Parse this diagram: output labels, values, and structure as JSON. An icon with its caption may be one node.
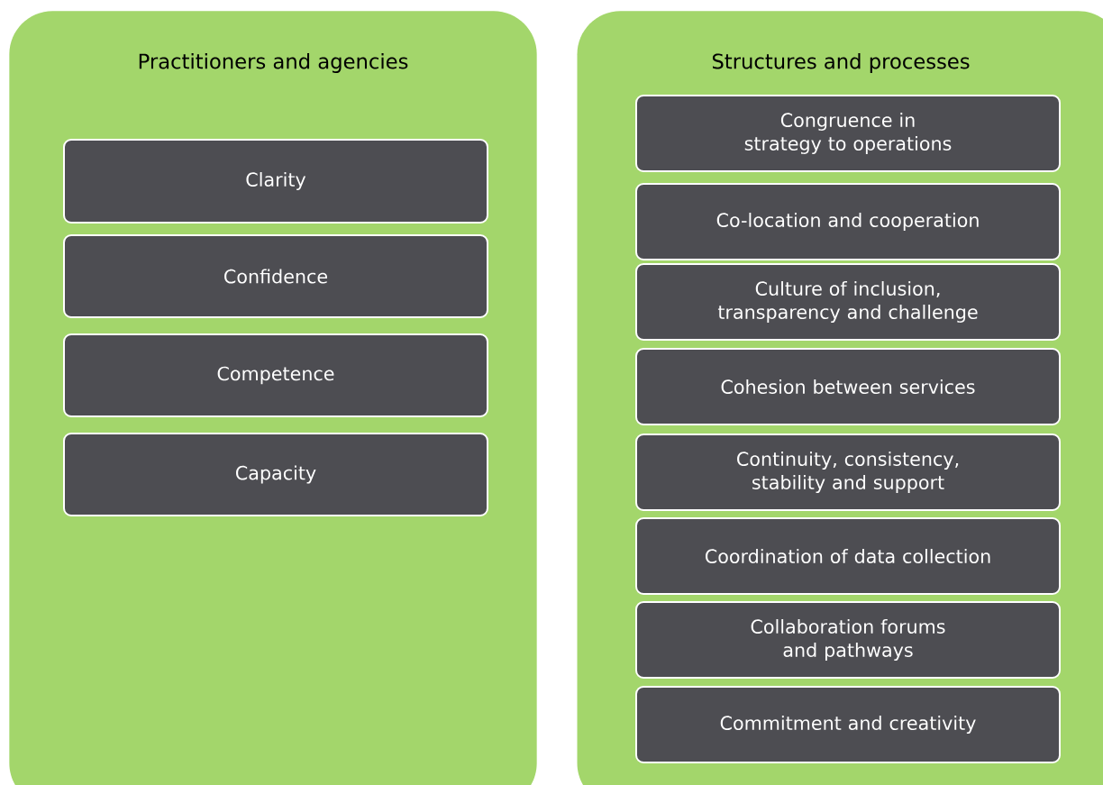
{
  "diagram": {
    "nodes": [
      {
        "text": [
          "Practitioners and agencies"
        ]
      },
      {
        "text": [
          "Clarity"
        ],
        "in": 0
      },
      {
        "text": [
          "Confidence"
        ],
        "in": 0
      },
      {
        "text": [
          "Competence"
        ],
        "in": 0
      },
      {
        "text": [
          "Capacity"
        ],
        "in": 0
      },
      {
        "text": [
          "Structures and processes"
        ]
      },
      {
        "text": [
          "Congruence in strategy to operations"
        ],
        "in": 5
      },
      {
        "text": [
          "Co-location and cooperation"
        ],
        "in": 5
      },
      {
        "text": [
          "Culture of inclusion, transparency and challenge"
        ],
        "in": 5
      },
      {
        "text": [
          "Cohesion between services"
        ],
        "in": 5
      },
      {
        "text": [
          "Continuity, consistency, stability and support"
        ],
        "in": 5
      },
      {
        "text": [
          "Coordination of data collection"
        ],
        "in": 5
      },
      {
        "text": [
          "Collaboration forums and pathways"
        ],
        "in": 5
      },
      {
        "text": [
          "Commitment and creativity"
        ],
        "in": 5
      }
    ]
  }
}
